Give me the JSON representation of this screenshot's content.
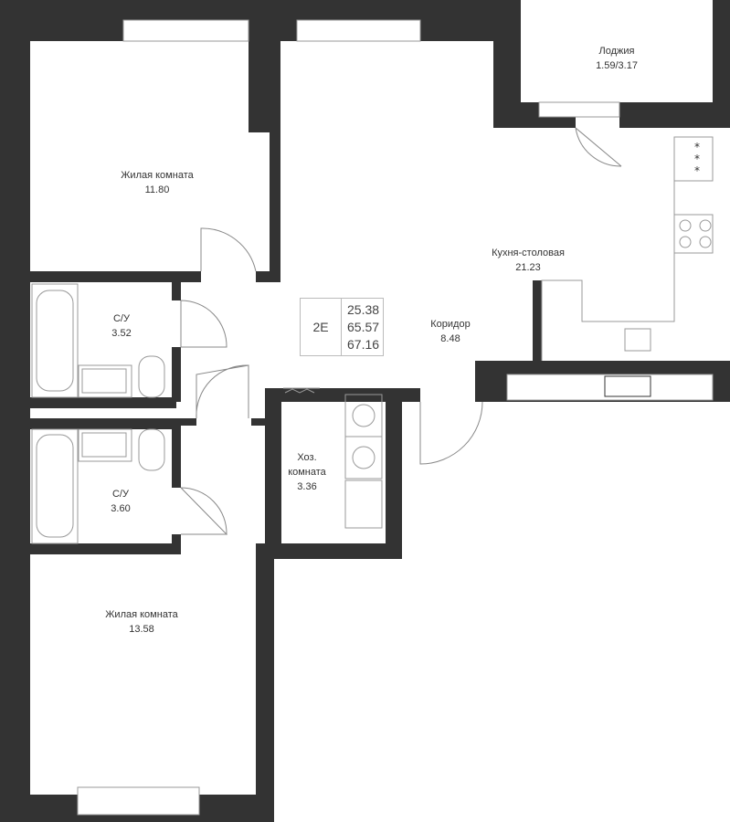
{
  "rooms": {
    "bedroom1": {
      "name": "Жилая комната",
      "area": "11.80"
    },
    "loggia": {
      "name": "Лоджия",
      "area": "1.59/3.17"
    },
    "kitchen": {
      "name": "Кухня-столовая",
      "area": "21.23"
    },
    "corridor": {
      "name": "Коридор",
      "area": "8.48"
    },
    "bath1": {
      "name": "С/У",
      "area": "3.52"
    },
    "bath2": {
      "name": "С/У",
      "area": "3.60"
    },
    "utility": {
      "name_line1": "Хоз.",
      "name_line2": "комната",
      "area": "3.36"
    },
    "bedroom2": {
      "name": "Жилая комната",
      "area": "13.58"
    }
  },
  "summary": {
    "type": "2E",
    "living_area": "25.38",
    "total_area": "65.57",
    "total_with_loggia": "67.16"
  },
  "colors": {
    "wall": "#333333",
    "fixture": "#999999"
  }
}
